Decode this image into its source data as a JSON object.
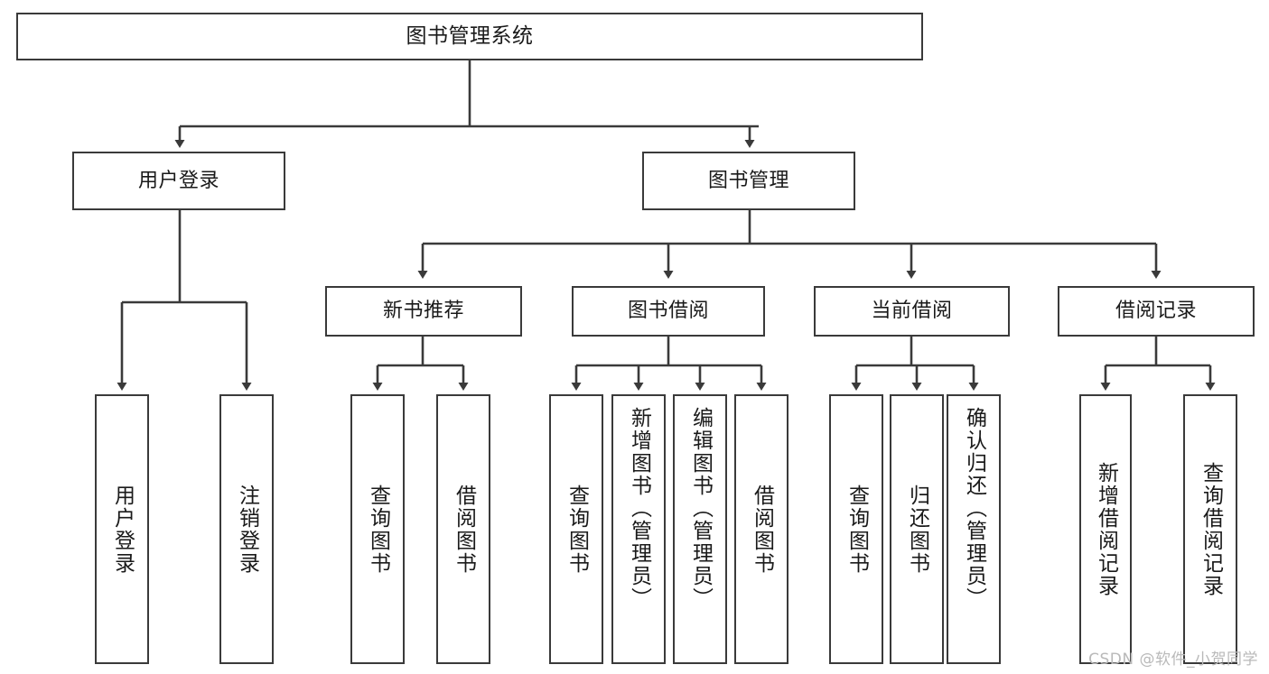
{
  "diagram": {
    "type": "tree-hierarchy-chart",
    "title": "图书管理系统",
    "watermark": "CSDN @软件_小贺同学",
    "stroke_color": "#3a3a3a",
    "fill_color": "#ffffff",
    "text_color": "#1a1a1a",
    "watermark_color": "#b9b9b9",
    "nodes": {
      "root": {
        "label": "图书管理系统"
      },
      "level2": [
        {
          "label": "用户登录"
        },
        {
          "label": "图书管理"
        }
      ],
      "level3": [
        {
          "label": "新书推荐"
        },
        {
          "label": "图书借阅"
        },
        {
          "label": "当前借阅"
        },
        {
          "label": "借阅记录"
        }
      ],
      "leaves": [
        {
          "label": "用户登录",
          "parent": "用户登录"
        },
        {
          "label": "注销登录",
          "parent": "用户登录"
        },
        {
          "label": "查询图书",
          "parent": "新书推荐"
        },
        {
          "label": "借阅图书",
          "parent": "新书推荐"
        },
        {
          "label": "查询图书",
          "parent": "图书借阅"
        },
        {
          "label": "新增图书（管理员）",
          "parent": "图书借阅"
        },
        {
          "label": "编辑图书（管理员）",
          "parent": "图书借阅"
        },
        {
          "label": "借阅图书",
          "parent": "图书借阅"
        },
        {
          "label": "查询图书",
          "parent": "当前借阅"
        },
        {
          "label": "归还图书",
          "parent": "当前借阅"
        },
        {
          "label": "确认归还（管理员）",
          "parent": "当前借阅"
        },
        {
          "label": "新增借阅记录",
          "parent": "借阅记录"
        },
        {
          "label": "查询借阅记录",
          "parent": "借阅记录"
        }
      ]
    }
  }
}
